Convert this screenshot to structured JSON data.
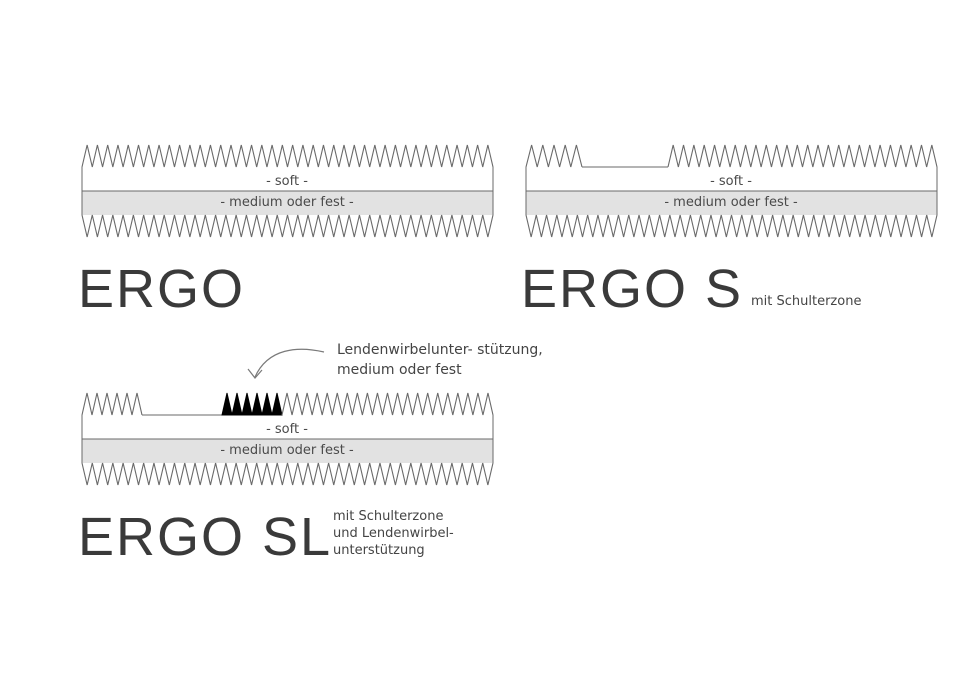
{
  "colors": {
    "outline": "#6a6a6a",
    "lower_layer_fill": "#e2e2e2",
    "upper_layer_fill": "#ffffff",
    "support_zone_fill": "#000000"
  },
  "models": [
    {
      "title": "ERGO",
      "layers": {
        "top": "- soft -",
        "bottom": "- medium oder fest -"
      },
      "subtitle": []
    },
    {
      "title": "ERGO S",
      "layers": {
        "top": "- soft -",
        "bottom": "- medium oder fest -"
      },
      "subtitle": [
        "mit Schulterzone"
      ]
    },
    {
      "title": "ERGO SL",
      "layers": {
        "top": "- soft -",
        "bottom": "- medium oder fest -"
      },
      "subtitle": [
        "mit Schulterzone",
        "und Lendenwirbel-",
        "unterstützung"
      ],
      "callout": [
        "Lendenwirbelunter- stützung,",
        "medium oder fest"
      ]
    }
  ]
}
